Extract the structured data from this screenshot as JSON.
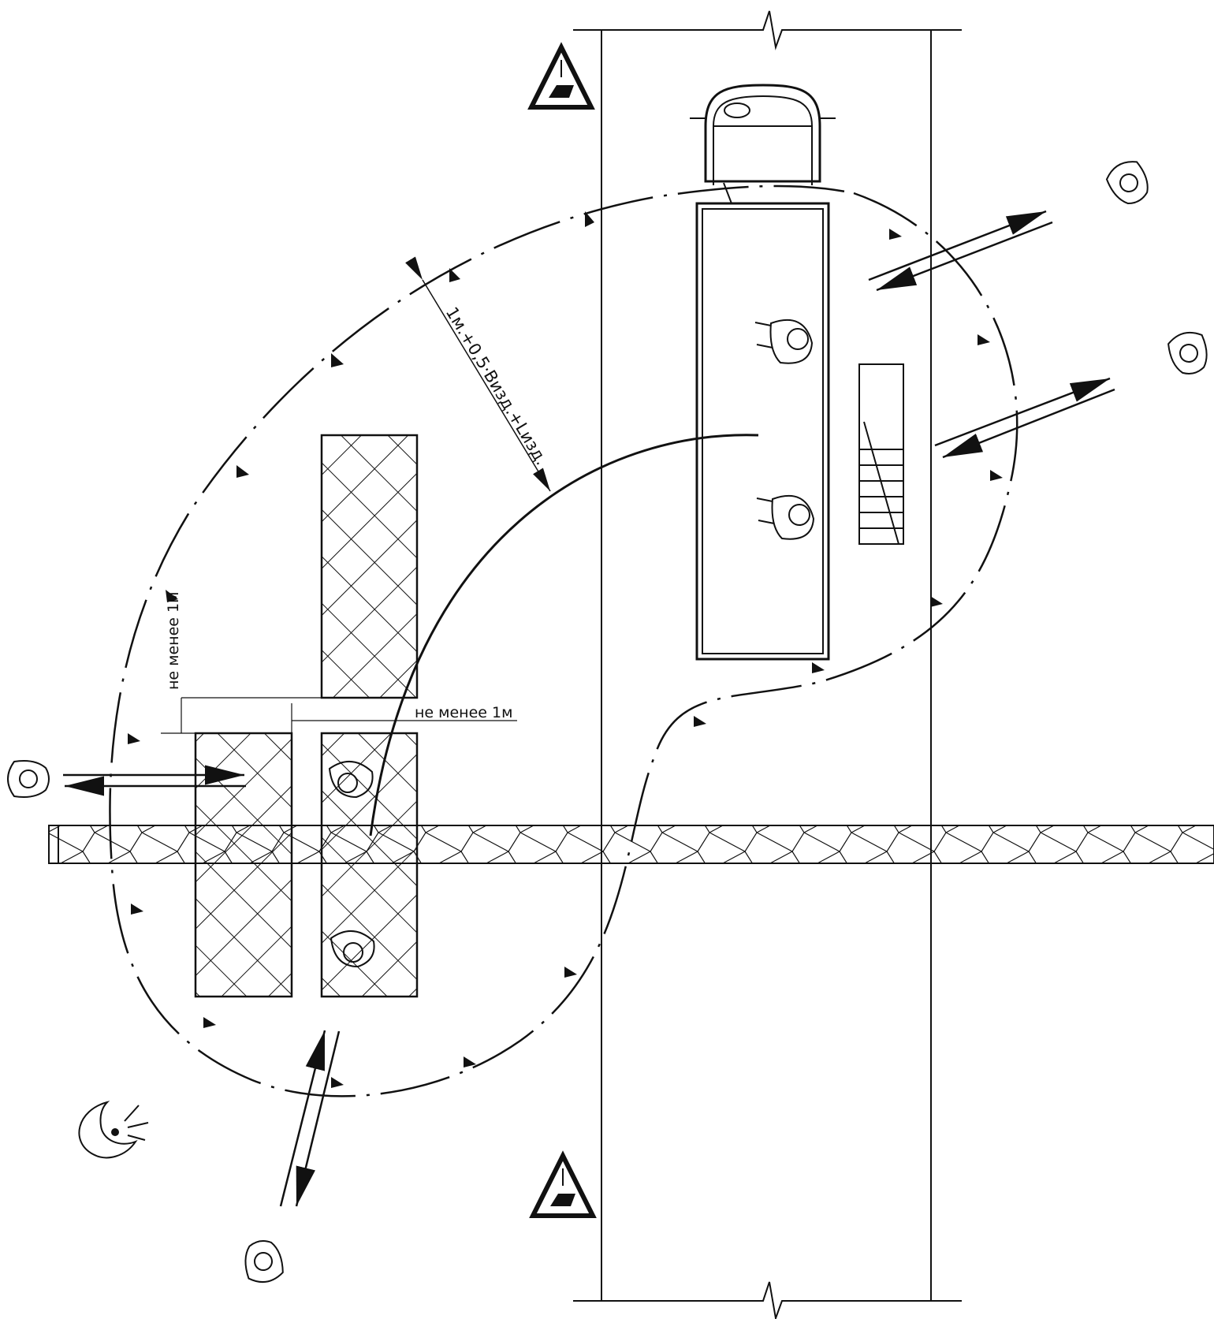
{
  "labels": {
    "hazard_zone_width": "1м.+0,5·Визд.+Lизд.",
    "min_gap_horizontal": "не менее 1м",
    "min_gap_vertical": "не менее 1м"
  },
  "icons": [
    "warning-sign-suspended-load",
    "truck-crane",
    "worker",
    "pedestrian",
    "stop-sign-hand"
  ]
}
